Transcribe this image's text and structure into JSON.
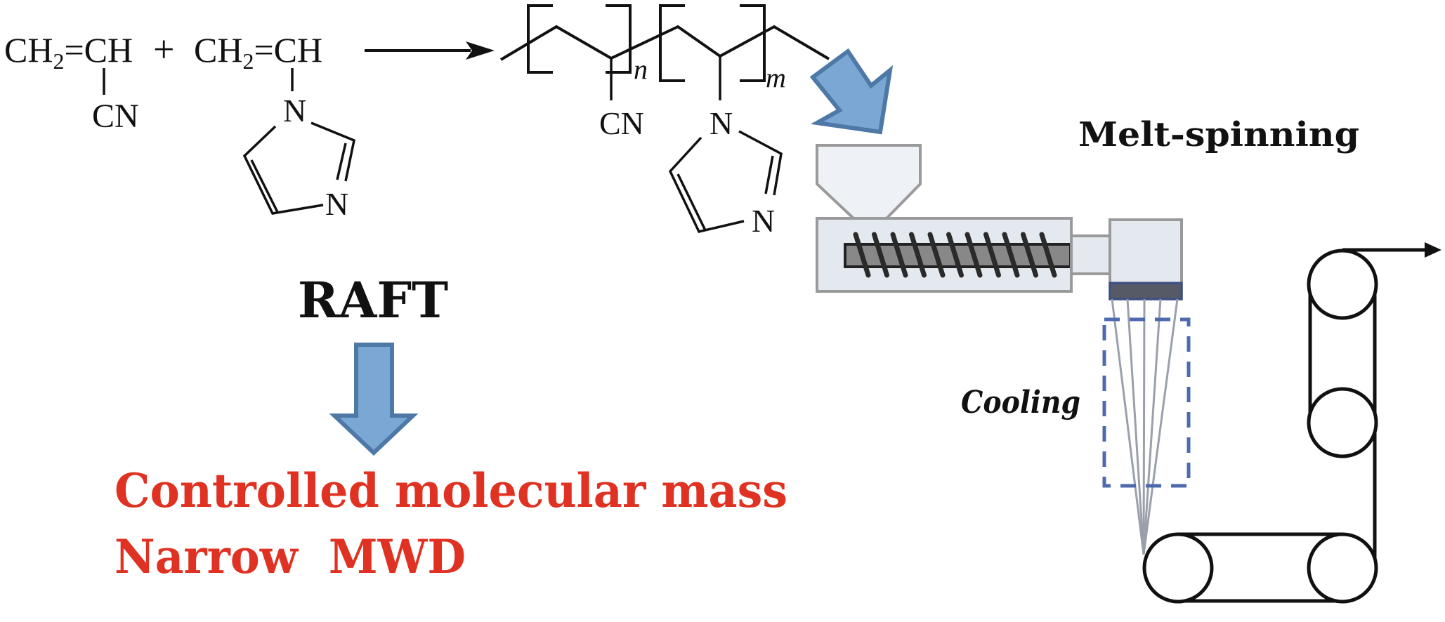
{
  "colors": {
    "ink": "#111111",
    "highlight_red": "#E03222",
    "arrow_fill": "#7BA7D4",
    "arrow_stroke": "#4E79A7",
    "machine_fill": "#E4E8EF",
    "machine_stroke": "#9A9A9A",
    "screw_fill": "#888888",
    "spinneret_band": "#3B4F86",
    "cooling_dash": "#4E6AAE"
  },
  "reaction": {
    "monomer1": {
      "formula_main": "CH",
      "formula_sub": "2",
      "formula_rest": "=CH",
      "substituent": "CN"
    },
    "plus_sign": "+",
    "monomer2": {
      "formula_main": "CH",
      "formula_sub": "2",
      "formula_rest": "=CH",
      "ring_n1": "N",
      "ring_n3": "N"
    },
    "polymer": {
      "repeat_n_label": "n",
      "repeat_m_label": "m",
      "substituent_cn": "CN",
      "ring_n1": "N",
      "ring_n3": "N"
    }
  },
  "method": {
    "label": "RAFT",
    "outcomes": [
      "Controlled molecular mass",
      "Narrow  MWD"
    ]
  },
  "process": {
    "title": "Melt-spinning",
    "cooling_label": "Cooling",
    "components": [
      "hopper",
      "extruder-barrel",
      "screw",
      "spinneret",
      "cooling-zone",
      "godet-rollers",
      "take-up"
    ]
  }
}
